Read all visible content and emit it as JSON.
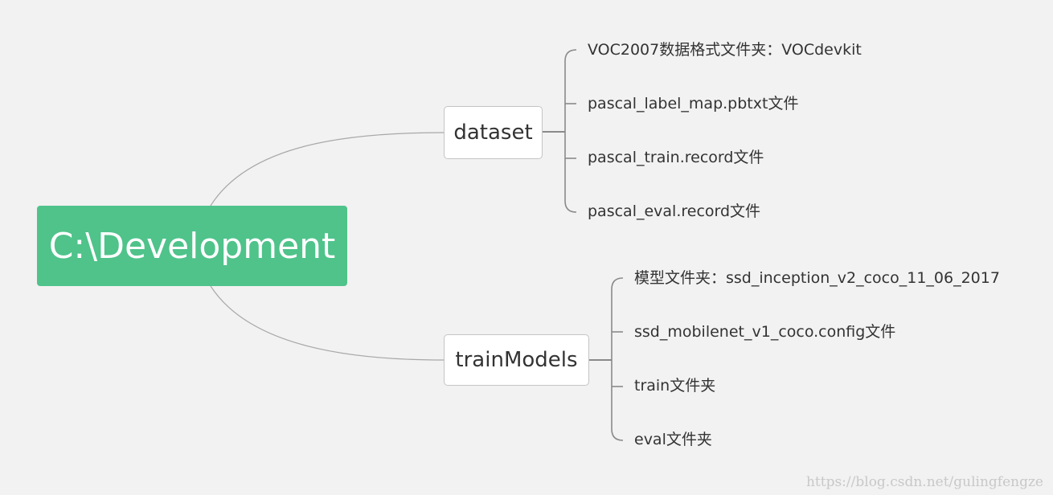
{
  "root": {
    "label": "C:\\Development"
  },
  "branches": [
    {
      "label": "dataset",
      "children": [
        "VOC2007数据格式文件夹：VOCdevkit",
        "pascal_label_map.pbtxt文件",
        "pascal_train.record文件",
        "pascal_eval.record文件"
      ]
    },
    {
      "label": "trainModels",
      "children": [
        "模型文件夹：ssd_inception_v2_coco_11_06_2017",
        "ssd_mobilenet_v1_coco.config文件",
        "train文件夹",
        "eval文件夹"
      ]
    }
  ],
  "watermark": "https://blog.csdn.net/gulingfengze",
  "colors": {
    "background": "#f2f2f2",
    "root_fill": "#4fc38a",
    "connector": "#a8a8a8",
    "text": "#333333"
  }
}
